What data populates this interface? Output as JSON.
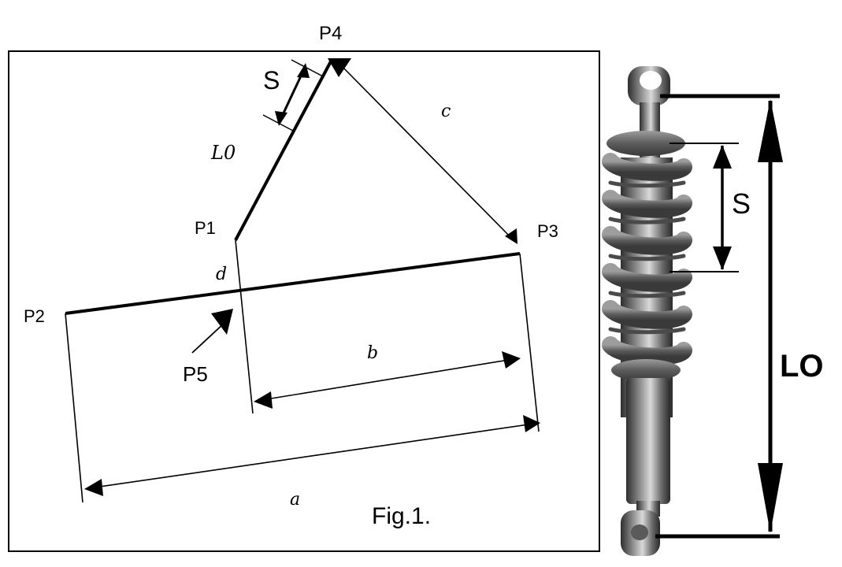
{
  "diagram": {
    "points": {
      "p1": "P1",
      "p2": "P2",
      "p3": "P3",
      "p4": "P4",
      "p5": "P5"
    },
    "edges": {
      "a": "a",
      "b": "b",
      "c": "c",
      "d": "d",
      "l0": "L0",
      "s": "S"
    },
    "caption": "Fig.1."
  },
  "shock_absorber": {
    "stroke_label": "S",
    "length_label": "LO"
  },
  "colors": {
    "ink": "#000000",
    "spring": "#6f6f6f",
    "body": "#8a8a8a",
    "rod": "#b9b9b9"
  }
}
